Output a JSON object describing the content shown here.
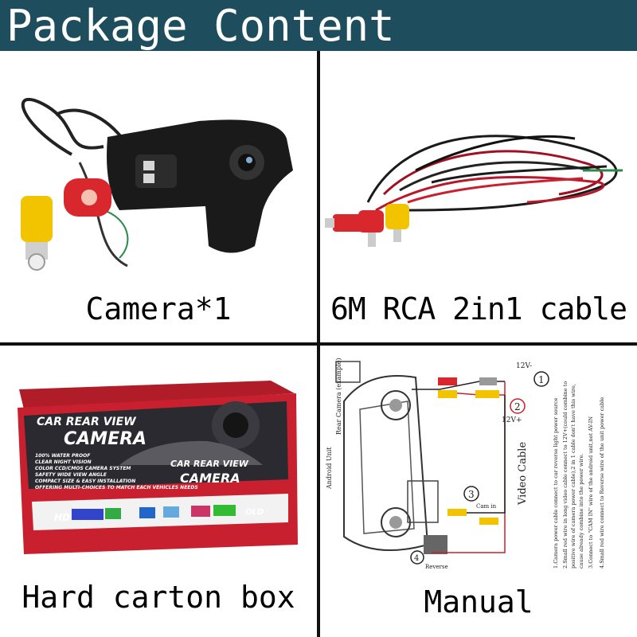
{
  "header": {
    "title": "Package Content"
  },
  "cells": {
    "camera": {
      "caption": "Camera*1"
    },
    "cable": {
      "caption": "6M RCA 2in1 cable"
    },
    "box": {
      "caption": "Hard carton box",
      "label_top": "CAR REAR VIEW",
      "label_main": "CAMERA",
      "features": [
        "100% WATER PROOF",
        "CLEAR NIGHT VISION",
        "COLOR CCD/CMOS CAMERA SYSTEM",
        "SAFETY WIDE VIEW ANGLE",
        "COMPACT SIZE & EASY INSTALLATION",
        "OFFERING MULTI-CHOICES TO MATCH EACH VEHICLES NEEDS"
      ],
      "front_label_top": "CAR REAR VIEW",
      "front_label_main": "CAMERA",
      "strip_left": "HD",
      "strip_right": "OLD"
    },
    "manual": {
      "caption": "Manual",
      "rear_camera": "Rear Camera (example)",
      "android_unit": "Android Unit",
      "video_cable": "Video Cable",
      "num1": "1",
      "num2": "2",
      "num3": "3",
      "num4": "4",
      "v12_minus": "12V-",
      "v12_plus": "12V+",
      "cam_in": "Cam in",
      "reverse": "Reverse",
      "notes": [
        "1.Camera power cable connect to car reverse light power source",
        "2.Small red wire in long video cable connect to 12V+(could combine to",
        "positive wire of camera power cable),2 in 1 cable don't have this wire,",
        "cause already combine into the power wire.",
        "3.Connect to \"CAM IN\" wire of the android unit,not AV-IN",
        "4.Small red wire connect to Reverse wire of the unit power cable"
      ]
    }
  },
  "colors": {
    "header_bg": "#1e4e5e",
    "box_red": "#c8202e",
    "rca_yellow": "#f2c400",
    "rca_red": "#d8282e"
  }
}
